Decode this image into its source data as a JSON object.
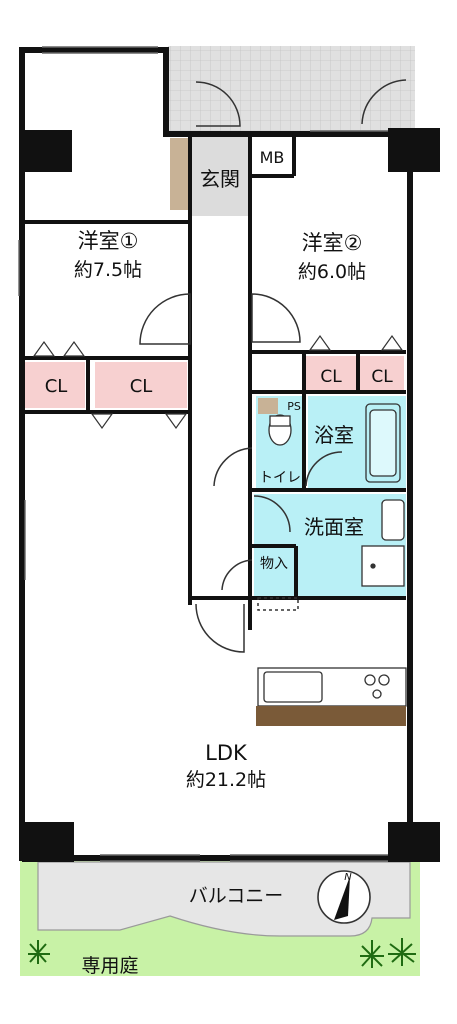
{
  "rooms": {
    "western1": {
      "name": "洋室①",
      "area": "約7.5帖"
    },
    "western2": {
      "name": "洋室②",
      "area": "約6.0帖"
    },
    "ldk": {
      "name": "LDK",
      "area": "約21.2帖"
    },
    "entrance": "玄関",
    "mb": "MB",
    "bath": "浴室",
    "ps": "PS",
    "toilet": "トイレ",
    "washroom": "洗面室",
    "storage": "物入",
    "balcony": "バルコニー",
    "garden": "専用庭"
  },
  "closets": [
    "CL",
    "CL",
    "CL",
    "CL"
  ],
  "compass": {
    "label": "N"
  },
  "colors": {
    "wall": "#111111",
    "closet_pink": "#f7d0d0",
    "wet_cyan": "#b9f0f6",
    "entrance_gray": "#dcdcdc",
    "balcony_gray": "#e6e6e6",
    "garden_green": "#c8f2a6",
    "counter_brown": "#7a5a38",
    "ps_brown": "#c8b296"
  }
}
